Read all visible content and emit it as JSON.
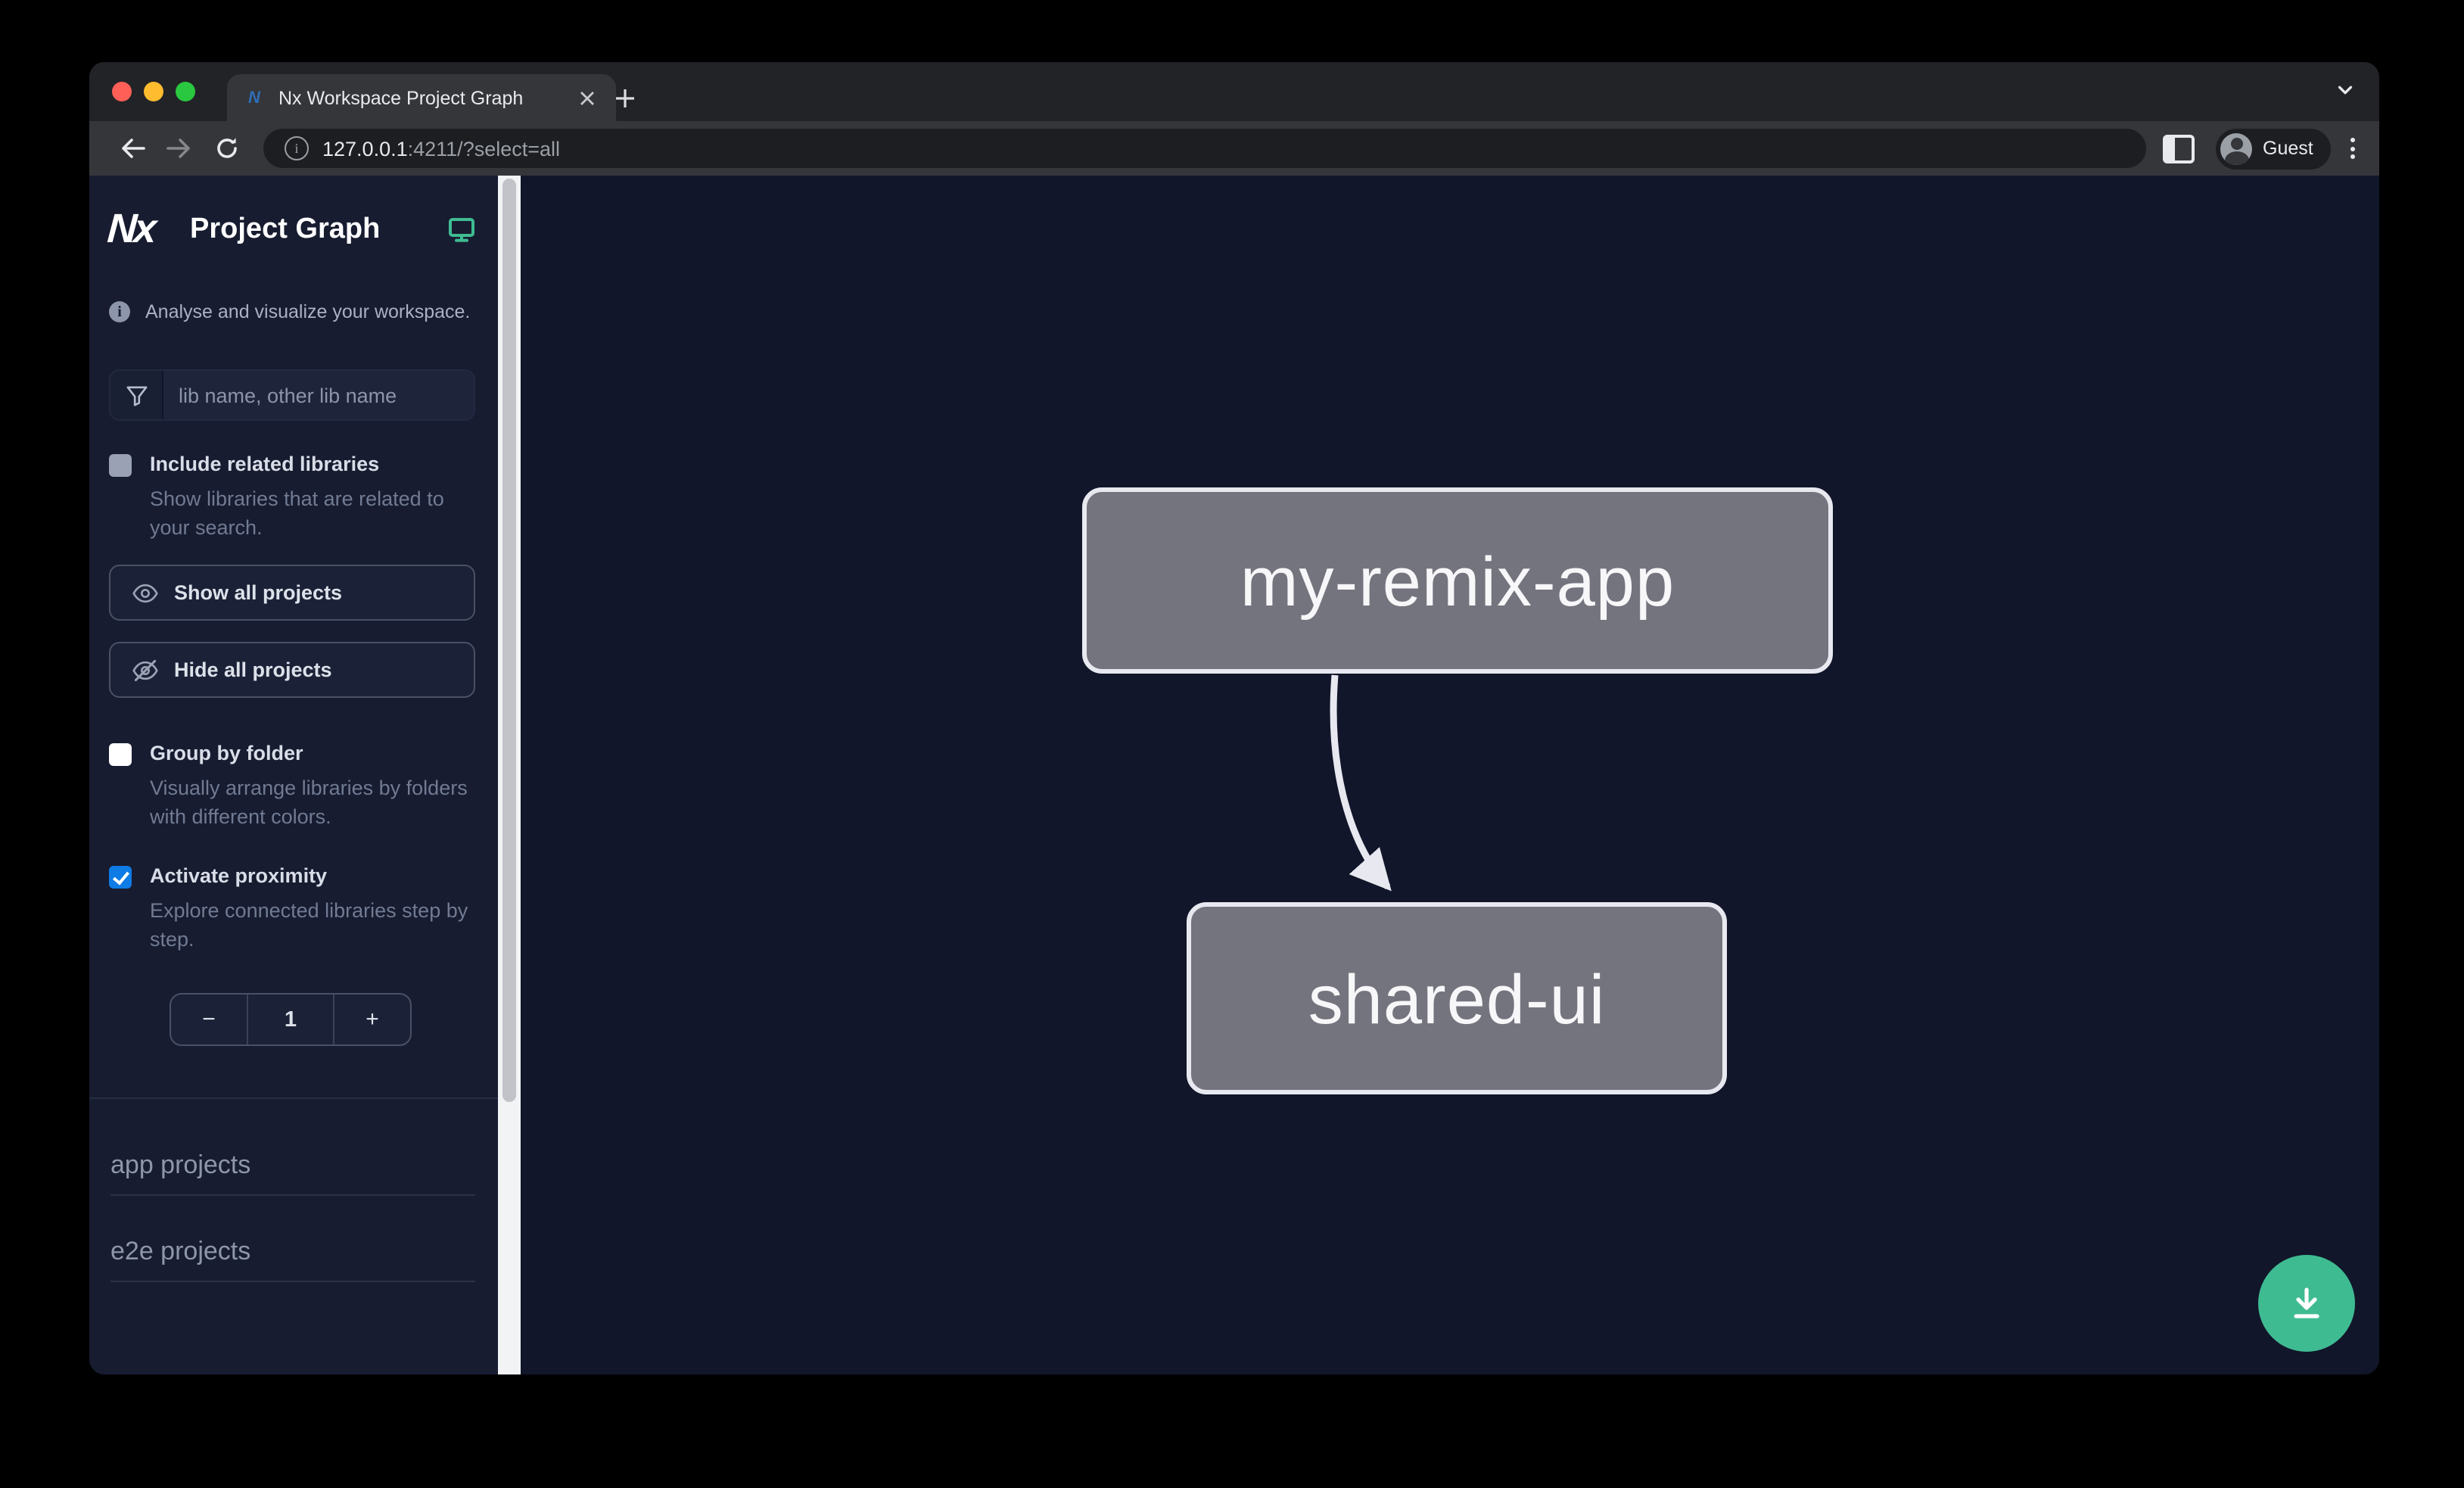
{
  "browser": {
    "tab_title": "Nx Workspace Project Graph",
    "url_host": "127.0.0.1",
    "url_rest": ":4211/?select=all",
    "profile_label": "Guest"
  },
  "sidebar": {
    "logo_text": "Nx",
    "app_title": "Project Graph",
    "tagline": "Analyse and visualize your workspace.",
    "filter_placeholder": "lib name, other lib name",
    "options": [
      {
        "label": "Include related libraries",
        "description": "Show libraries that are related to your search.",
        "checked": false
      },
      {
        "label": "Group by folder",
        "description": "Visually arrange libraries by folders with different colors.",
        "checked": false
      },
      {
        "label": "Activate proximity",
        "description": "Explore connected libraries step by step.",
        "checked": true
      }
    ],
    "buttons": [
      {
        "label": "Show all projects"
      },
      {
        "label": "Hide all projects"
      }
    ],
    "proximity_stepper": {
      "decrement": "−",
      "value": "1",
      "increment": "+"
    },
    "sections": [
      {
        "label": "app projects"
      },
      {
        "label": "e2e projects"
      }
    ]
  },
  "graph": {
    "nodes": [
      {
        "label": "my-remix-app"
      },
      {
        "label": "shared-ui"
      }
    ],
    "edges": [
      {
        "from": "my-remix-app",
        "to": "shared-ui"
      }
    ]
  },
  "colors": {
    "accent_teal": "#3fbb92",
    "accent_blue": "#0f7be5",
    "node_fill": "#74747e"
  }
}
